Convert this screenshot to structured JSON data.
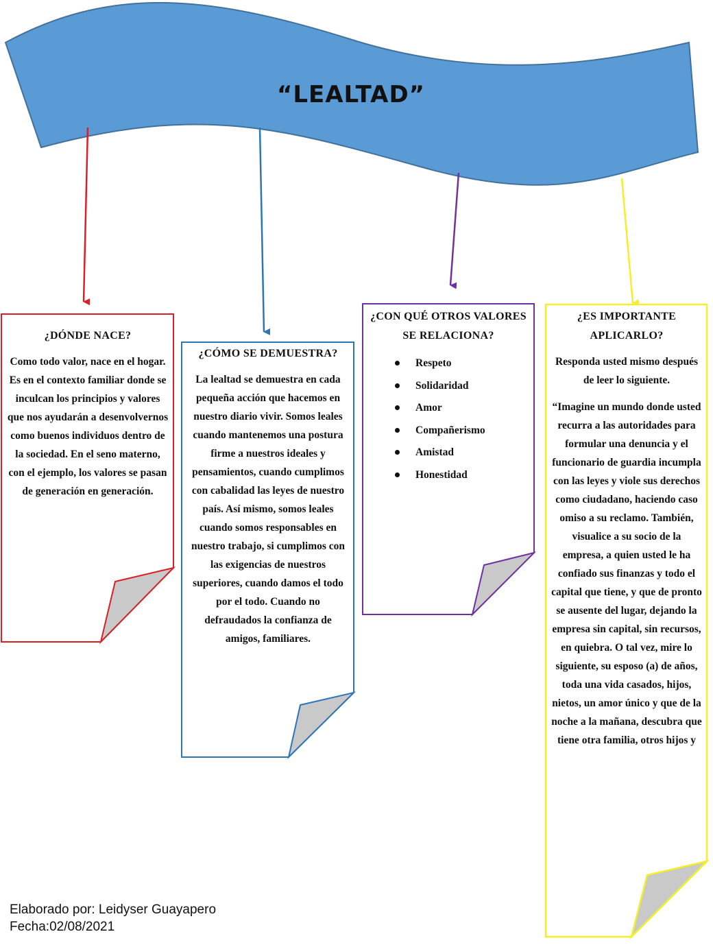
{
  "title": "“LEALTAD”",
  "colors": {
    "banner": "#5b9bd5",
    "banner_border": "#41719c",
    "red": "#d92027",
    "blue": "#2e75b6",
    "purple": "#7030a0",
    "yellow": "#f3ef2a",
    "fold": "#c9c9c9"
  },
  "notes": [
    {
      "heading": "¿DÓNDE NACE?",
      "text": "Como todo valor, nace en el hogar. Es en el contexto familiar donde se inculcan los principios y valores que nos ayudarán a desenvolvernos como buenos individuos dentro de la sociedad. En el seno materno, con el ejemplo, los valores se pasan de generación en generación."
    },
    {
      "heading": "¿CÓMO SE DEMUESTRA?",
      "text": "La lealtad se demuestra en cada pequeña acción que hacemos en nuestro diario vivir. Somos leales cuando mantenemos una postura firme a nuestros ideales y pensamientos, cuando cumplimos con cabalidad las leyes de nuestro país. Así mismo, somos leales cuando somos responsables en nuestro trabajo, si cumplimos con las exigencias de nuestros superiores, cuando damos el todo por el todo. Cuando no defraudados la confianza de amigos, familiares."
    },
    {
      "heading": "¿CON QUÉ OTROS VALORES SE RELACIONA?",
      "items": [
        "Respeto",
        "Solidaridad",
        "Amor",
        "Compañerismo",
        "Amistad",
        "Honestidad"
      ]
    },
    {
      "heading": "¿ES IMPORTANTE APLICARLO?",
      "intro": "Responda usted mismo después de leer lo siguiente.",
      "quote": "“Imagine un mundo donde usted recurra a las autoridades para formular una denuncia y el funcionario de guardia incumpla con las leyes y viole sus derechos como ciudadano, haciendo caso omiso a su reclamo. También, visualice a su socio de la empresa, a quien usted le ha confiado sus finanzas y todo el capital que tiene, y que de pronto se ausente del lugar, dejando la empresa sin capital, sin recursos, en quiebra. O tal vez, mire lo siguiente, su esposo (a) de años, toda una vida casados, hijos, nietos, un amor único y que de la noche a la mañana, descubra que tiene otra familia, otros hijos y"
    }
  ],
  "footer": {
    "author": "Elaborado por: Leidyser Guayapero",
    "date": "Fecha:02/08/2021"
  }
}
